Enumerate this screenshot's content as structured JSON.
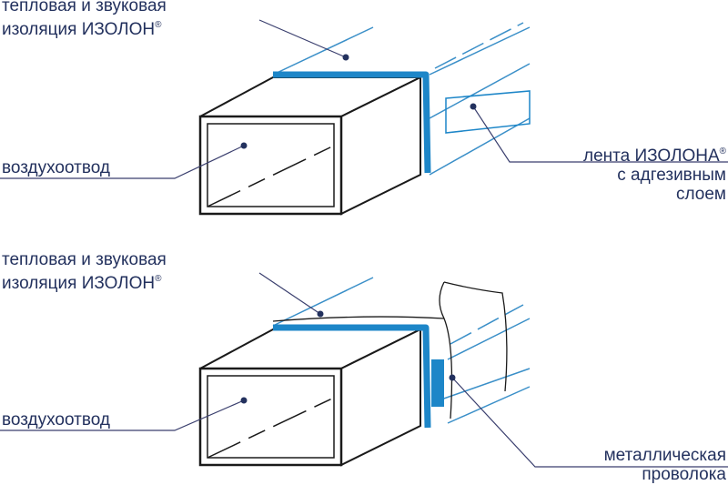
{
  "diagrams": [
    {
      "id": "tape",
      "labels": {
        "insulation_line1": "тепловая и звуковая",
        "insulation_line2": "изоляция ИЗОЛОН",
        "insulation_mark": "®",
        "duct": "воздухоотвод",
        "tape_line1": "лента ИЗОЛОНА",
        "tape_mark": "®",
        "tape_line2": "с адгезивным",
        "tape_line3": "слоем"
      }
    },
    {
      "id": "wire",
      "labels": {
        "insulation_line1": "тепловая и звуковая",
        "insulation_line2": "изоляция ИЗОЛОН",
        "insulation_mark": "®",
        "duct": "воздухоотвод",
        "wire_line1": "металлическая",
        "wire_line2": "проволока"
      }
    }
  ],
  "colors": {
    "insulation": "#1d86c8",
    "outline": "#1a1a1a",
    "leader": "#3a3f6e",
    "text": "#23315e",
    "guide": "#3a8fc8"
  }
}
